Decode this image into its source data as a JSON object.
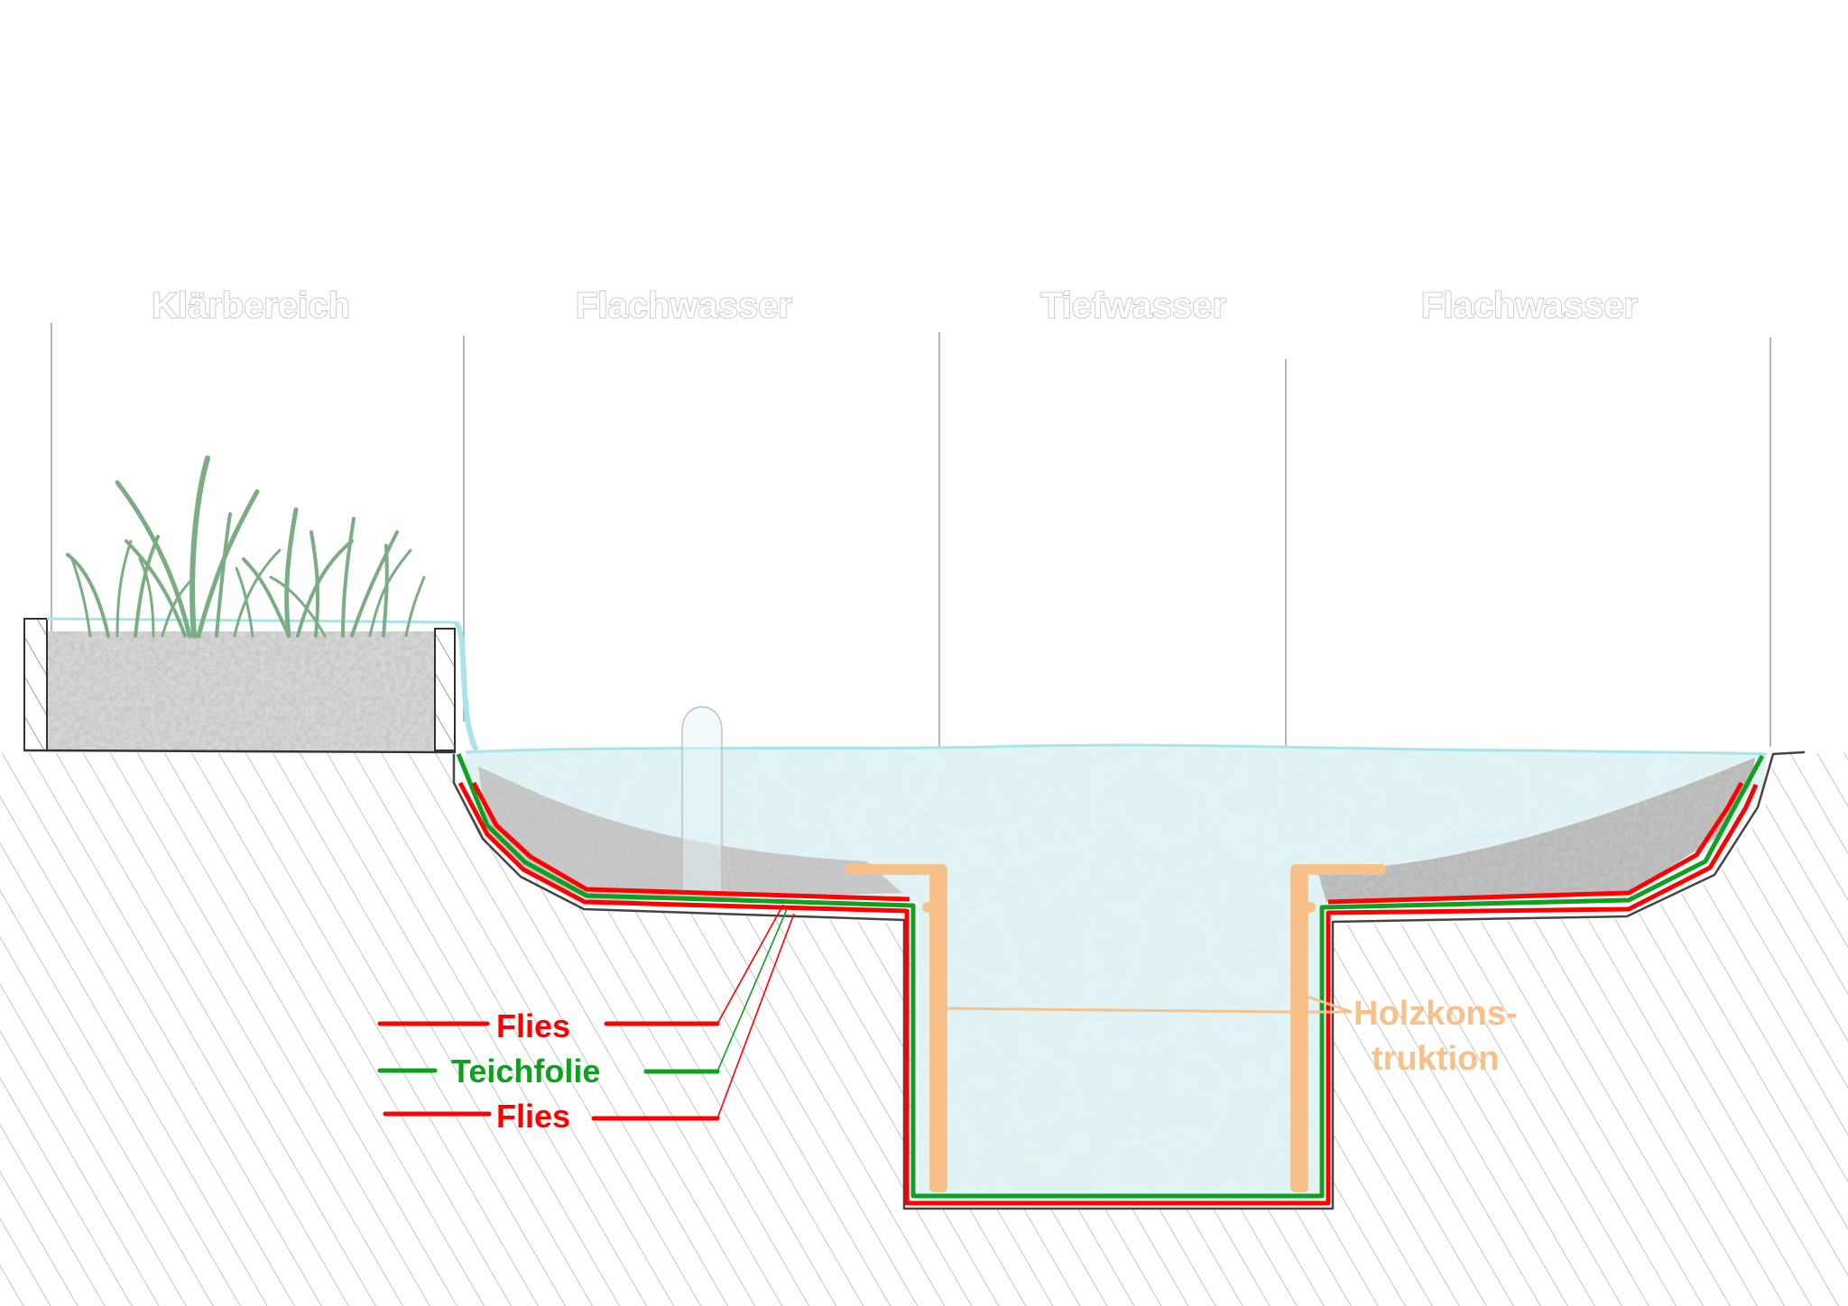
{
  "title": "Teich-Querschnitt",
  "zones": [
    {
      "id": "klaerbereich",
      "label": "Klärbereich"
    },
    {
      "id": "flachwasser-left",
      "label": "Flachwasser"
    },
    {
      "id": "tiefwasser",
      "label": "Tiefwasser"
    },
    {
      "id": "flachwasser-right",
      "label": "Flachwasser"
    }
  ],
  "legend": {
    "layers": [
      {
        "label": "Flies",
        "color": "#ff0000"
      },
      {
        "label": "Teichfolie",
        "color": "#10a020"
      },
      {
        "label": "Flies",
        "color": "#ff0000"
      }
    ]
  },
  "annotation": {
    "holz_line1": "Holzkons-",
    "holz_line2": "truktion",
    "holz_color": "#f7c18a"
  },
  "colors": {
    "water": "#dff3f5",
    "water_surface": "#a8e4ea",
    "gravel": "#9a9a9a",
    "grass": "#7aad82",
    "ground_hatch": "#c8c8c8",
    "outline": "#444444"
  }
}
